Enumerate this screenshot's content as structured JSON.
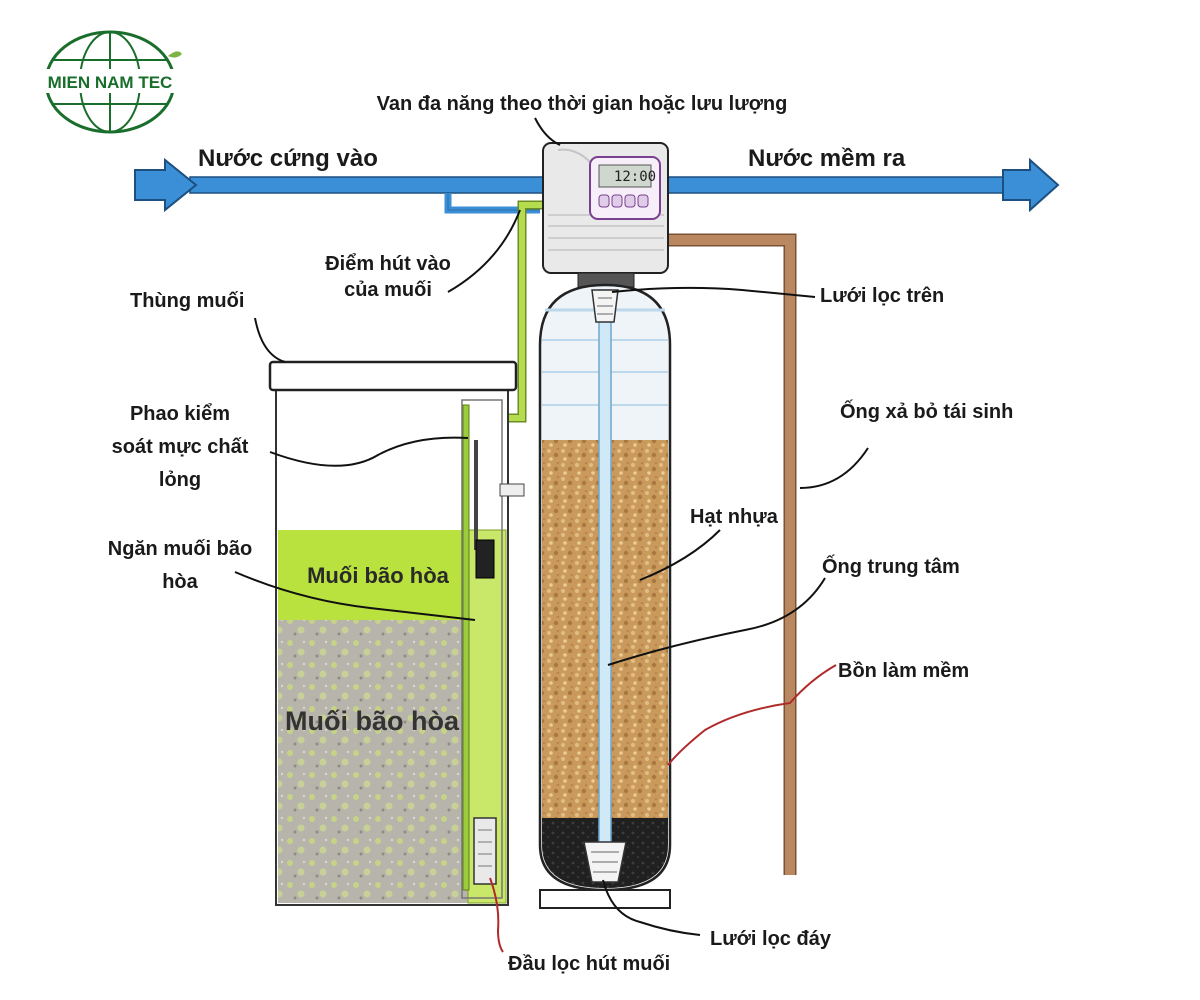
{
  "logo": {
    "text": "MIEN NAM TEC"
  },
  "labels": {
    "valve": "Van đa năng theo thời gian hoặc lưu lượng",
    "hard_in": "Nước cứng vào",
    "soft_out": "Nước mềm ra",
    "suction_line1": "Điểm hút vào",
    "suction_line2": "của muối",
    "salt_tank": "Thùng muối",
    "upper_strainer": "Lưới lọc trên",
    "drain_pipe": "Ống xả bỏ tái sinh",
    "float_line1": "Phao kiểm",
    "float_line2": "soát mực chất",
    "float_line3": "lỏng",
    "resin": "Hạt nhựa",
    "brine_chamber_line1": "Ngăn muối bão",
    "brine_chamber_line2": "hòa",
    "center_pipe": "Ống trung tâm",
    "softener_tank": "Bồn làm mềm",
    "brine_in_tank_top": "Muối bão hòa",
    "brine_in_tank_main": "Muối bão hòa",
    "bottom_strainer": "Lưới lọc đáy",
    "brine_filter": "Đầu lọc hút muối"
  },
  "valve_display": {
    "time": "12:00"
  },
  "colors": {
    "water_pipe": "#3a8fd6",
    "brine_line": "#9ccc3c",
    "drain_pipe": "#b98861",
    "resin": "#c99a5c",
    "brine_solution": "#b9e23e",
    "salt": "#b9b6ad",
    "logo_green": "#1a6e2c",
    "callout_red": "#b02a2a"
  }
}
